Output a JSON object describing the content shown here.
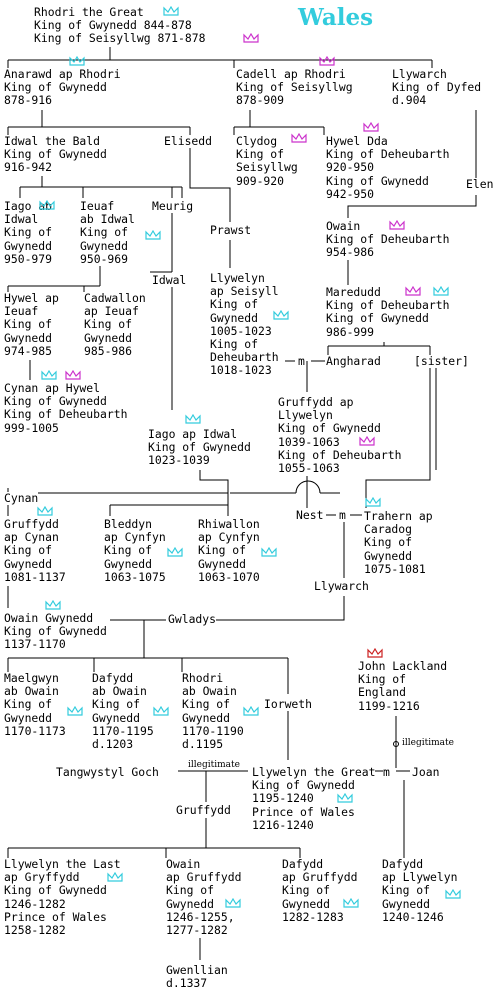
{
  "title": "Wales",
  "colors": {
    "crown_cyan": "#33ccdd",
    "crown_magenta": "#cc33cc",
    "crown_red": "#cc2222",
    "line": "#000000",
    "title": "#33ccdd"
  },
  "people": {
    "rhodri": [
      "Rhodri the Great",
      "King of Gwynedd 844-878",
      "King of Seisyllwg 871-878"
    ],
    "anarawd": [
      "Anarawd ap Rhodri",
      "King of Gwynedd",
      "878-916"
    ],
    "cadell": [
      "Cadell ap Rhodri",
      "King of Seisyllwg",
      "878-909"
    ],
    "llywarch_dyfed": [
      "Llywarch",
      "King of Dyfed",
      "d.904"
    ],
    "idwal_bald": [
      "Idwal the Bald",
      "King of Gwynedd",
      "916-942"
    ],
    "elisedd": [
      "Elisedd"
    ],
    "clydog": [
      "Clydog",
      "King of",
      "Seisyllwg",
      "909-920"
    ],
    "hywel_dda": [
      "Hywel Dda",
      "King of Deheubarth",
      "920-950",
      "King of Gwynedd",
      "942-950"
    ],
    "elen": [
      "Elen"
    ],
    "iago_ab_idwal": [
      "Iago ab",
      "Idwal",
      "King of",
      "Gwynedd",
      "950-979"
    ],
    "ieuaf": [
      "Ieuaf",
      "ab Idwal",
      "King of",
      "Gwynedd",
      "950-969"
    ],
    "meurig": [
      "Meurig"
    ],
    "prawst": [
      "Prawst"
    ],
    "owain_deheubarth": [
      "Owain",
      "King of Deheubarth",
      "954-986"
    ],
    "idwal": [
      "Idwal"
    ],
    "llywelyn_seisyll": [
      "Llywelyn",
      "ap Seisyll",
      "King of",
      "Gwynedd",
      "1005-1023",
      "King of",
      "Deheubarth",
      "1018-1023"
    ],
    "maredudd": [
      "Maredudd",
      "King of Deheubarth",
      "King of Gwynedd",
      "986-999"
    ],
    "hywel_ieuaf": [
      "Hywel ap",
      "Ieuaf",
      "King of",
      "Gwynedd",
      "974-985"
    ],
    "cadwallon_ieuaf": [
      "Cadwallon",
      "ap Ieuaf",
      "King of",
      "Gwynedd",
      "985-986"
    ],
    "angharad": [
      "Angharad"
    ],
    "sister": [
      "[sister]"
    ],
    "cynan_hywel": [
      "Cynan ap Hywel",
      "King of Gwynedd",
      "King of Deheubarth",
      "999-1005"
    ],
    "gruffydd_llywelyn": [
      "Gruffydd ap",
      "Llywelyn",
      "King of Gwynedd",
      "1039-1063",
      "King of Deheubarth",
      "1055-1063"
    ],
    "iago_ap_idwal": [
      "Iago ap Idwal",
      "King of Gwynedd",
      "1023-1039"
    ],
    "cynan": [
      "Cynan"
    ],
    "nest": [
      "Nest"
    ],
    "gruffydd_cynan": [
      "Gruffydd",
      "ap Cynan",
      "King of",
      "Gwynedd",
      "1081-1137"
    ],
    "bleddyn": [
      "Bleddyn",
      "ap Cynfyn",
      "King of",
      "Gwynedd",
      "1063-1075"
    ],
    "rhiwallon": [
      "Rhiwallon",
      "ap Cynfyn",
      "King of",
      "Gwynedd",
      "1063-1070"
    ],
    "trahern": [
      "Trahern ap",
      "Caradog",
      "King of",
      "Gwynedd",
      "1075-1081"
    ],
    "llywarch": [
      "Llywarch"
    ],
    "owain_gwynedd": [
      "Owain Gwynedd",
      "King of Gwynedd",
      "1137-1170"
    ],
    "gwladys": [
      "Gwladys"
    ],
    "john": [
      "John Lackland",
      "King of",
      "England",
      "1199-1216"
    ],
    "maelgwyn": [
      "Maelgwyn",
      "ab Owain",
      "King of",
      "Gwynedd",
      "1170-1173"
    ],
    "dafydd_owain": [
      "Dafydd",
      "ab Owain",
      "King of",
      "Gwynedd",
      "1170-1195",
      "d.1203"
    ],
    "rhodri_owain": [
      "Rhodri",
      "ab Owain",
      "King of",
      "Gwynedd",
      "1170-1190",
      "d.1195"
    ],
    "iorweth": [
      "Iorweth"
    ],
    "tangwystyl": [
      "Tangwystyl Goch"
    ],
    "llywelyn_great": [
      "Llywelyn the Great",
      "King of Gwynedd",
      "1195-1240",
      "Prince of Wales",
      "1216-1240"
    ],
    "joan": [
      "Joan"
    ],
    "gruffydd": [
      "Gruffydd"
    ],
    "llywelyn_last": [
      "Llywelyn the Last",
      "ap Gryffydd",
      "King of Gwynedd",
      "1246-1282",
      "Prince of Wales",
      "1258-1282"
    ],
    "owain_gruffydd": [
      "Owain",
      "ap Gruffydd",
      "King of",
      "Gwynedd",
      "1246-1255,",
      "1277-1282"
    ],
    "dafydd_gruffydd": [
      "Dafydd",
      "ap Gruffydd",
      "King of",
      "Gwynedd",
      "1282-1283"
    ],
    "dafydd_llywelyn": [
      "Dafydd",
      "ap Llywelyn",
      "King of",
      "Gwynedd",
      "1240-1246"
    ],
    "gwenllian": [
      "Gwenllian",
      "d.1337"
    ]
  },
  "marriage_symbol": "m",
  "notes": {
    "illegitimate": "illegitimate"
  }
}
